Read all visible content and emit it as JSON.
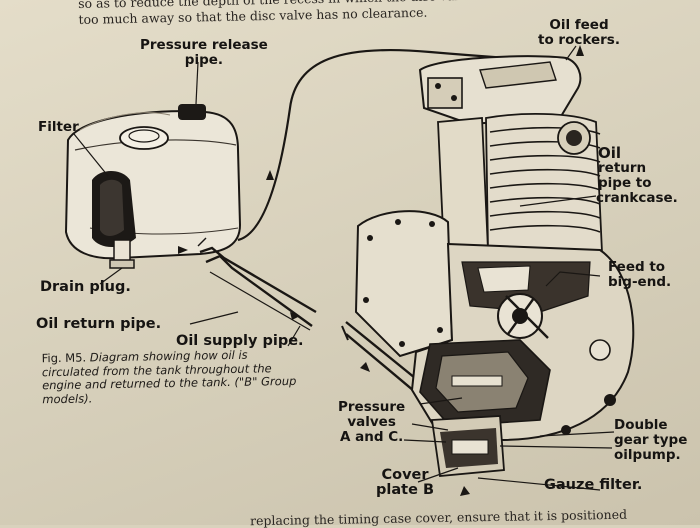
{
  "page": {
    "top_text_line1": "so as to reduce the depth of the recess in which the disc valve lies. Take care not to grind",
    "top_text_line2": "too much away so that the disc valve has no clearance.",
    "bottom_text": "replacing the timing case cover, ensure that it is positioned"
  },
  "labels": {
    "pressure_release_line1": "Pressure release",
    "pressure_release_line2": "pipe.",
    "filter": "Filter",
    "oil_feed_line1": "Oil feed",
    "oil_feed_line2": "to rockers.",
    "oil_return_crank_line1": "Oil",
    "oil_return_crank_line2": "return",
    "oil_return_crank_line3": "pipe to",
    "oil_return_crank_line4": "crankcase.",
    "drain_plug": "Drain plug.",
    "feed_big_end_line1": "Feed to",
    "feed_big_end_line2": "big-end.",
    "oil_return_pipe": "Oil return pipe.",
    "oil_supply_pipe": "Oil supply pipe.",
    "pressure_valves_line1": "Pressure",
    "pressure_valves_line2": "valves",
    "pressure_valves_line3": "A and C.",
    "double_gear_line1": "Double",
    "double_gear_line2": "gear type",
    "double_gear_line3": "oilpump.",
    "cover_plate_line1": "Cover",
    "cover_plate_line2": "plate  B",
    "gauze_filter": "Gauze filter."
  },
  "caption": {
    "fig_number": "Fig. M5.",
    "text": "Diagram showing how oil is circulated from the tank throughout the engine and returned to the tank.",
    "models_note": "(\"B\" Group models)."
  },
  "colors": {
    "paper": "#d9d2bd",
    "ink": "#161412"
  }
}
